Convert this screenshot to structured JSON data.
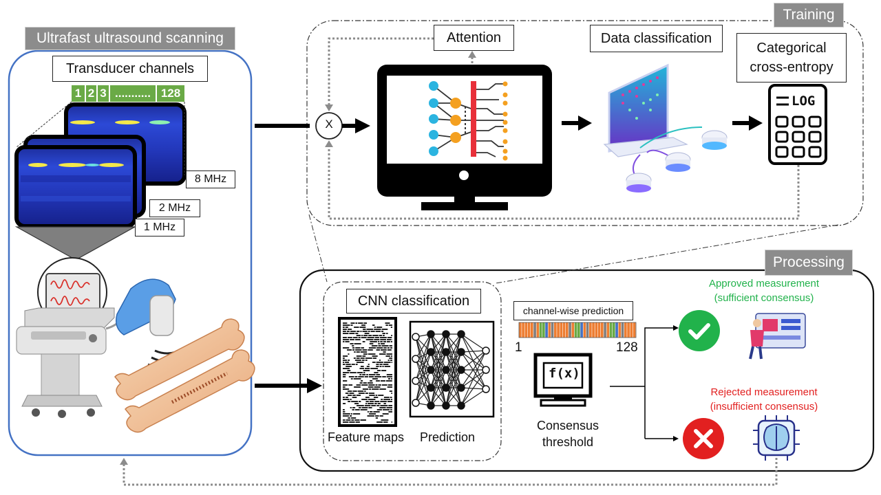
{
  "sections": {
    "scanning": "Ultrafast ultrasound scanning",
    "training": "Training",
    "processing": "Processing"
  },
  "scanning": {
    "transducer_label": "Transducer channels",
    "channels": [
      "1",
      "2",
      "3",
      "...........",
      "128"
    ],
    "frequencies": [
      "8 MHz",
      "2 MHz",
      "1 MHz"
    ]
  },
  "training": {
    "multiply_symbol": "X",
    "attention": "Attention",
    "data_classification": "Data classification",
    "loss_line1": "Categorical",
    "loss_line2": "cross-entropy",
    "log_label": "LOG"
  },
  "processing": {
    "cnn_title": "CNN classification",
    "feature_maps": "Feature maps",
    "prediction": "Prediction",
    "channel_wise": "channel-wise prediction",
    "channel_start": "1",
    "channel_end": "128",
    "fx_label": "f(x)",
    "consensus_line1": "Consensus",
    "consensus_line2": "threshold",
    "approved_line1": "Approved measurement",
    "approved_line2": "(sufficient consensus)",
    "rejected_line1": "Rejected measurement",
    "rejected_line2": "(insufficient consensus)"
  },
  "colors": {
    "scan_border": "#4472c4",
    "channel_green": "#6aaa46",
    "approved_green": "#21b24b",
    "rejected_red": "#e22020",
    "grey_header": "#8c8c8c"
  }
}
